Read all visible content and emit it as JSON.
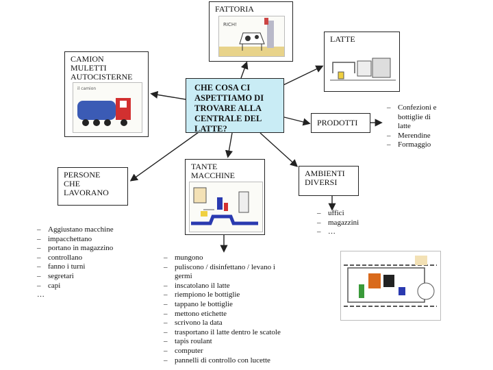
{
  "center": {
    "text": "CHE COSA CI\nASPETTIAMO DI\nTROVARE ALLA\nCENTRALE DEL\nLATTE?"
  },
  "boxes": {
    "fattoria": "FATTORIA",
    "latte": "LATTE",
    "camion": "CAMION\nMULETTI\nAUTOCISTERNE",
    "prodotti": "PRODOTTI",
    "persone": "PERSONE\nCHE\nLAVORANO",
    "macchine": "TANTE\nMACCHINE",
    "ambienti": "AMBIENTI\nDIVERSI"
  },
  "lists": {
    "prodotti": [
      "Confezioni e",
      "bottiglie di",
      "latte",
      "Merendine",
      "Formaggio"
    ],
    "persone": [
      "Aggiustano macchine",
      "impacchettano",
      "portano in magazzino",
      "controllano",
      "fanno i turni",
      "segretari",
      "capi",
      "…"
    ],
    "ambienti": [
      "uffici",
      "magazzini",
      "…"
    ],
    "macchine": [
      "mungono",
      "puliscono / disinfettano / levano i",
      "germi",
      "inscatolano il latte",
      "riempiono le bottiglie",
      "tappano le bottiglie",
      "mettono etichette",
      "scrivono la data",
      "trasportano il latte dentro le scatole",
      "tapis roulant",
      "computer",
      "pannelli di controllo con lucette"
    ]
  },
  "drawings": {
    "cow_text": "RICH!",
    "truck_text": "il camion"
  },
  "colors": {
    "center_fill": "#c9ecf5",
    "truck_blue": "#3b5bb5",
    "truck_red": "#d23030"
  }
}
